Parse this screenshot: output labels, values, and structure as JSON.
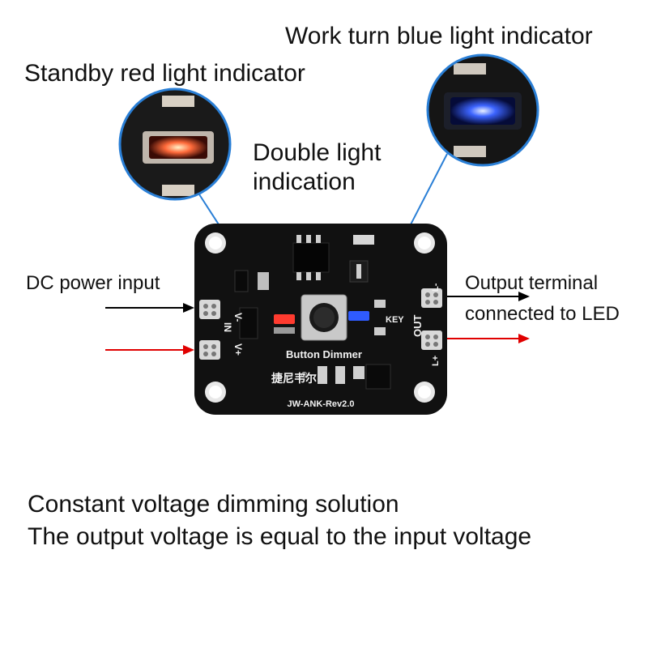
{
  "labels": {
    "work_blue": "Work turn blue light indicator",
    "standby_red": "Standby red light indicator",
    "double_line1": "Double light",
    "double_line2": "indication",
    "dc_input": "DC power input",
    "output_line1": "Output terminal",
    "output_line2": "connected to LED",
    "bottom_line1": "Constant voltage dimming solution",
    "bottom_line2": "The output voltage is equal to the input voltage"
  },
  "board": {
    "name": "Button Dimmer",
    "brand": "捷尼韦尔",
    "registered": "®",
    "revision": "JW-ANK-Rev2.0",
    "key": "KEY",
    "in": "IN",
    "out": "OUT",
    "v_minus": "V-",
    "v_plus": "V+",
    "l_minus": "L-",
    "l_plus": "L+"
  },
  "colors": {
    "board": "#111111",
    "red_led": "#ff3b2f",
    "blue_led": "#2f5bff",
    "arrow_black": "#000000",
    "arrow_red": "#e00000",
    "callout_line": "#2a7fd6"
  }
}
